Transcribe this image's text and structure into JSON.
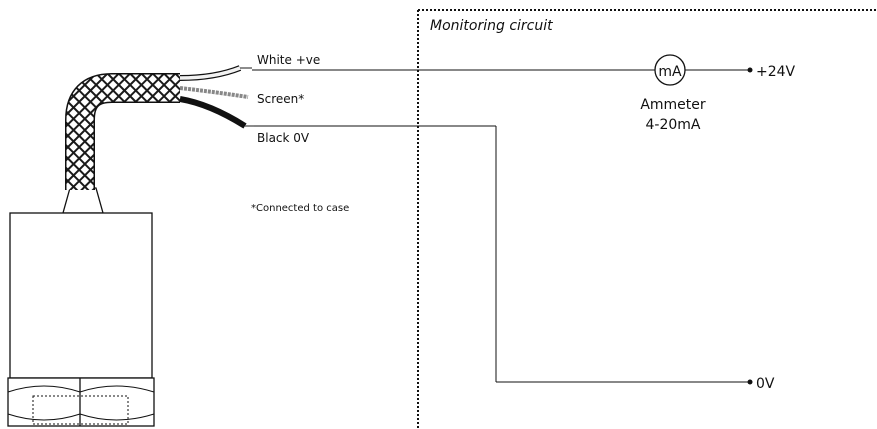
{
  "diagram": {
    "monitoring_title": "Monitoring circuit",
    "wires": {
      "white": "White +ve",
      "screen": "Screen*",
      "black": "Black 0V"
    },
    "footnote": "*Connected to case",
    "ammeter": {
      "symbol": "mA",
      "name": "Ammeter",
      "range": "4-20mA"
    },
    "terminals": {
      "positive": "+24V",
      "ground": "0V"
    },
    "colors": {
      "line": "#111111",
      "wire_white": "#f2f2f2",
      "wire_black": "#111111",
      "wire_screen": "#888888"
    }
  }
}
